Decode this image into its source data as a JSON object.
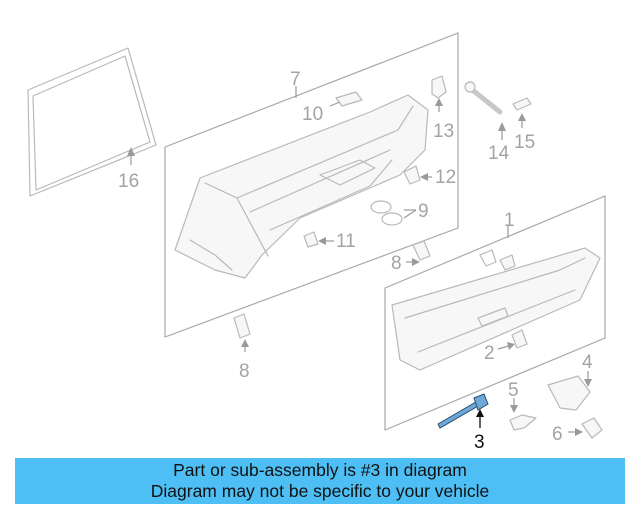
{
  "diagram": {
    "callouts": {
      "c1": "1",
      "c2": "2",
      "c3": "3",
      "c4": "4",
      "c5": "5",
      "c6": "6",
      "c7": "7",
      "c8a": "8",
      "c8b": "8",
      "c9": "9",
      "c10": "10",
      "c11": "11",
      "c12": "12",
      "c13": "13",
      "c14": "14",
      "c15": "15",
      "c16": "16"
    },
    "highlighted_part": "3",
    "highlight_color": "#6ea8d8"
  },
  "banner": {
    "line1": "Part or sub-assembly is #3 in diagram",
    "line2": "Diagram may not be specific to your vehicle",
    "background": "#4dbff5"
  }
}
